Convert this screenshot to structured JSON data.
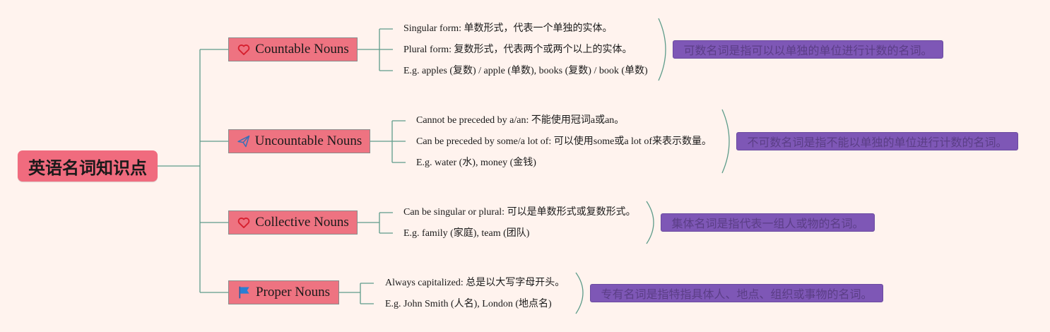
{
  "root": {
    "label": "英语名词知识点"
  },
  "branches": [
    {
      "label": "Countable Nouns",
      "icon": "heart-icon",
      "items": [
        "Singular form: 单数形式，代表一个单独的实体。",
        "Plural form: 复数形式，代表两个或两个以上的实体。",
        "E.g. apples (复数) / apple (单数), books (复数) / book (单数)"
      ],
      "summary": "可数名词是指可以以单独的单位进行计数的名词。"
    },
    {
      "label": "Uncountable Nouns",
      "icon": "paper-plane-icon",
      "items": [
        "Cannot be preceded by a/an: 不能使用冠词a或an。",
        "Can be preceded by some/a lot of: 可以使用some或a lot of来表示数量。",
        "E.g. water (水), money (金钱)"
      ],
      "summary": "不可数名词是指不能以单独的单位进行计数的名词。"
    },
    {
      "label": "Collective Nouns",
      "icon": "heart-icon",
      "items": [
        "Can be singular or plural: 可以是单数形式或复数形式。",
        "E.g. family (家庭), team (团队)"
      ],
      "summary": "集体名词是指代表一组人或物的名词。"
    },
    {
      "label": "Proper Nouns",
      "icon": "flag-icon",
      "items": [
        "Always capitalized: 总是以大写字母开头。",
        "E.g. John Smith (人名), London (地点名)"
      ],
      "summary": "专有名词是指特指具体人、地点、组织或事物的名词。"
    }
  ],
  "colors": {
    "background": "#fff3ee",
    "root_fill": "#f06b7e",
    "branch_fill": "#ee7381",
    "summary_fill": "#7e57b6",
    "summary_text": "#5b3e86",
    "connector": "#5e9c8a"
  }
}
